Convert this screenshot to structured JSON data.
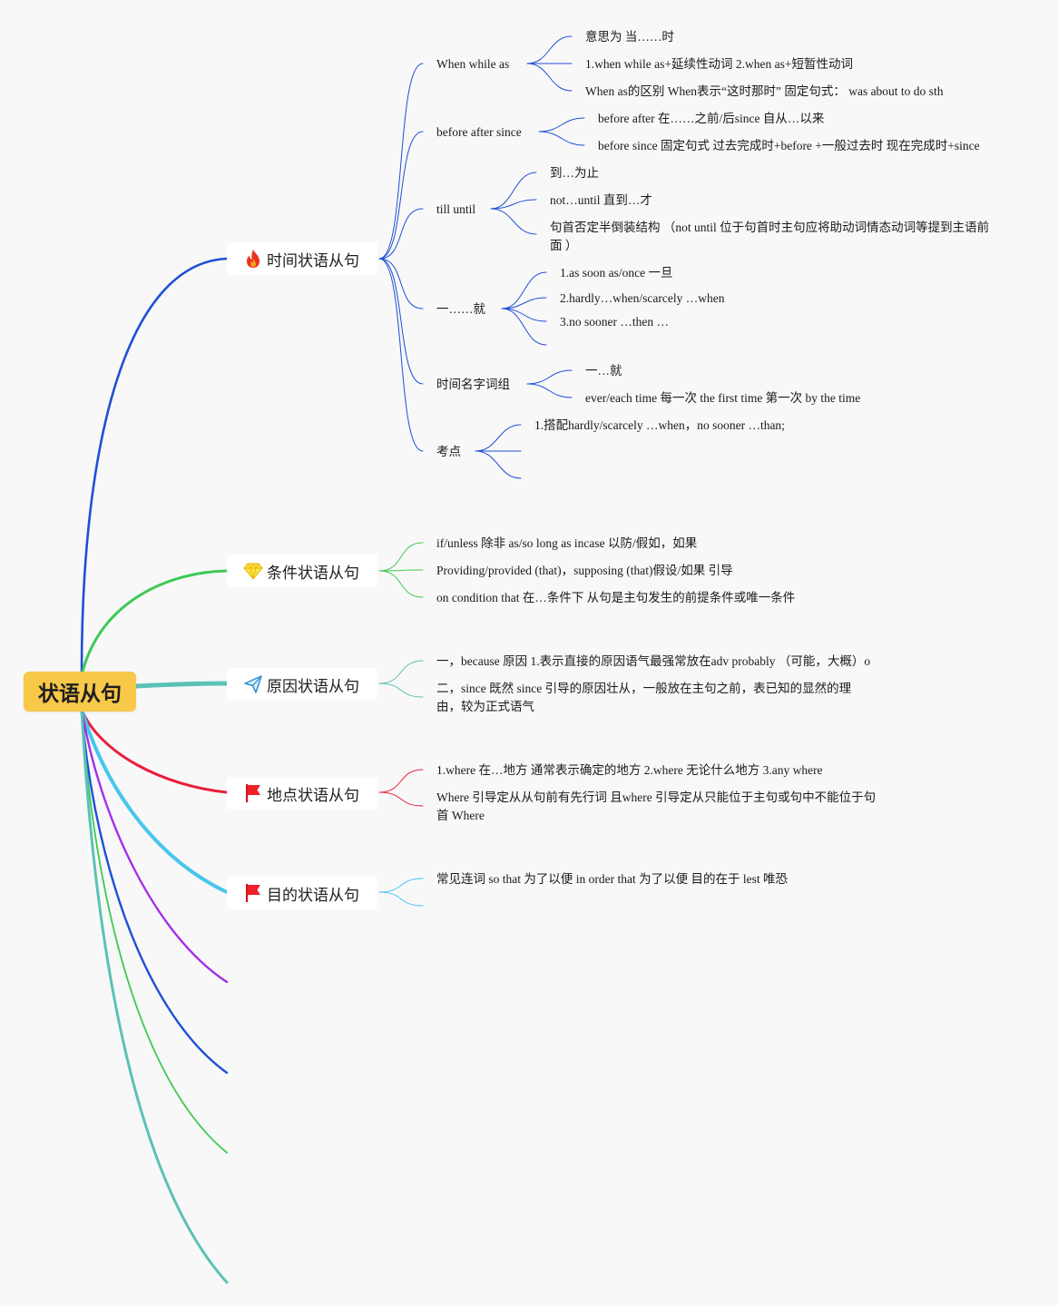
{
  "root": {
    "label": "状语从句"
  },
  "colors": {
    "time": "#1f4fd6",
    "condition": "#3cc954",
    "reason": "#5bc2b4",
    "place": "#e8203b",
    "purpose": "#46c6ee",
    "purple": "#a52ee6",
    "blue2": "#1f4fd6",
    "green2": "#3cc954",
    "teal2": "#5bc2b4"
  },
  "branches": {
    "time": {
      "label": "时间状语从句",
      "icon": "fire-icon",
      "children": [
        {
          "label": "When while as",
          "items": [
            "意思为 当……时",
            "1.when while as+延续性动词 2.when as+短暂性动词",
            "When as的区别 When表示“这时那时” 固定句式： was about to do sth"
          ]
        },
        {
          "label": "before after since",
          "items": [
            "before after 在……之前/后since 自从…以来",
            "before since 固定句式 过去完成时+before +一般过去时 现在完成时+since"
          ]
        },
        {
          "label": "till until",
          "items": [
            "到…为止",
            "not…until 直到…才",
            "句首否定半倒装结构 （not until 位于句首时主句应将助动词情态动词等提到主语前面 ）"
          ]
        },
        {
          "label": "一……就",
          "items": [
            "1.as soon as/once 一旦",
            "2.hardly…when/scarcely …when",
            "3.no sooner …then …"
          ]
        },
        {
          "label": "时间名字词组",
          "items": [
            "一…就",
            "ever/each time 每一次 the first time 第一次 by the time"
          ]
        },
        {
          "label": "考点",
          "items": [
            "1.搭配hardly/scarcely …when，no sooner …than;"
          ]
        }
      ]
    },
    "condition": {
      "label": "条件状语从句",
      "icon": "diamond-icon",
      "items": [
        "if/unless 除非 as/so long as incase 以防/假如，如果",
        "Providing/provided (that)，supposing (that)假设/如果 引导",
        "on condition that 在…条件下 从句是主句发生的前提条件或唯一条件"
      ]
    },
    "reason": {
      "label": "原因状语从句",
      "icon": "paper-plane-icon",
      "items": [
        "一，because 原因 1.表示直接的原因语气最强常放在adv probably （可能，大概）o",
        "二，since 既然 since 引导的原因壮从，一般放在主句之前，表已知的显然的理由，较为正式语气"
      ]
    },
    "place": {
      "label": "地点状语从句",
      "icon": "red-flag-icon",
      "items": [
        "1.where 在…地方 通常表示确定的地方 2.where 无论什么地方 3.any where",
        "Where 引导定从从句前有先行词 且where 引导定从只能位于主句或句中不能位于句首 Where"
      ]
    },
    "purpose": {
      "label": "目的状语从句",
      "icon": "red-flag-icon",
      "items": [
        "常见连词 so that 为了以便 in order that 为了以便 目的在于 lest 唯恐"
      ]
    }
  }
}
